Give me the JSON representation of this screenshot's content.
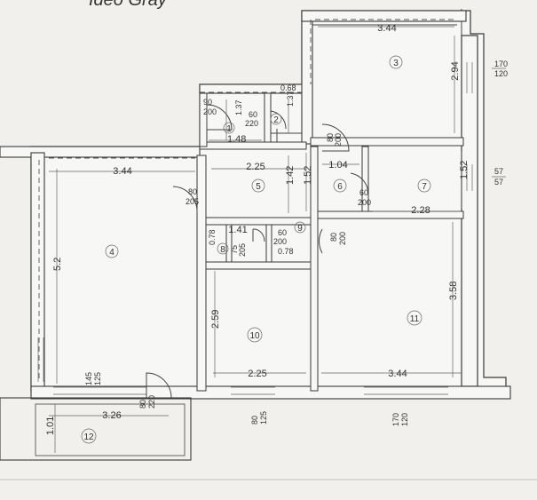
{
  "header_text": "Ideo Gray",
  "dimensions": {
    "room3_width": "3.44",
    "room3_height": "2.94",
    "window_top_right": "170\n120",
    "door1": "90\n200",
    "room1_v": "1.37",
    "door2": "60\n220",
    "room2_w": "0.68",
    "room2_v": "1.37",
    "room1_w": "1.48",
    "door6": "80\n200",
    "room4_width": "3.44",
    "hall_w": "2.25",
    "room6_w": "1.04",
    "room7_v": "1.52",
    "window_right": "57\n57",
    "door4": "80\n205",
    "hall_v": "1.42",
    "room6_v": "1.52",
    "door7": "60\n200",
    "room7_w": "2.28",
    "room8_w": "1.41",
    "room8_v": "0.78",
    "door8": "75\n205",
    "door9": "60\n200",
    "room9_w": "0.78",
    "door11": "80\n200",
    "room4_height": "5.2",
    "room11_height": "3.58",
    "room10_height": "2.59",
    "room10_width": "2.25",
    "room11_width": "3.44",
    "window_balcony": "145\n125",
    "door12": "80\n220",
    "room12_width": "3.26",
    "room12_v": "1.01",
    "window_bottom_mid": "80\n125",
    "window_bottom_right": "170\n120"
  },
  "rooms": [
    "1",
    "2",
    "3",
    "4",
    "5",
    "6",
    "7",
    "8",
    "9",
    "10",
    "11",
    "12"
  ]
}
